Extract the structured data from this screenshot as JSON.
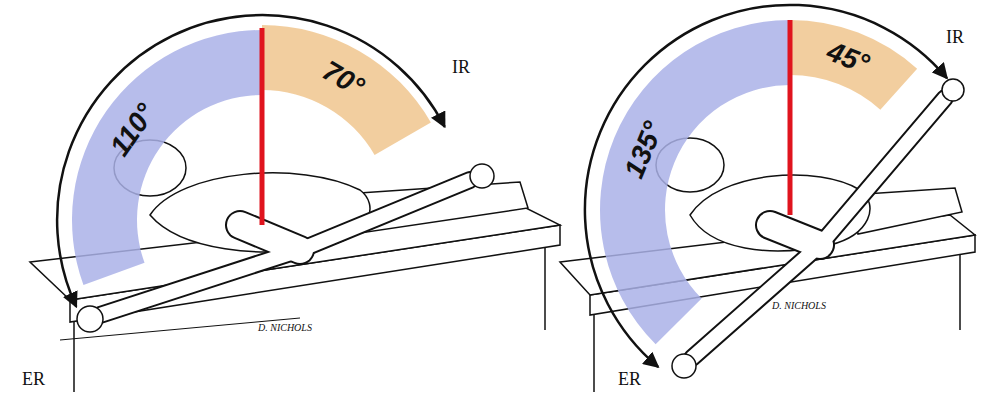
{
  "diagram": {
    "nodes": [
      {
        "text": [
          "110°"
        ]
      },
      {
        "text": [
          "70°"
        ]
      },
      {
        "text": [
          "135°"
        ]
      },
      {
        "text": [
          "45°"
        ]
      }
    ],
    "labels": [
      "IR",
      "ER",
      "D. NICHOLS",
      "IR",
      "ER",
      "D. NICHOLS"
    ]
  }
}
